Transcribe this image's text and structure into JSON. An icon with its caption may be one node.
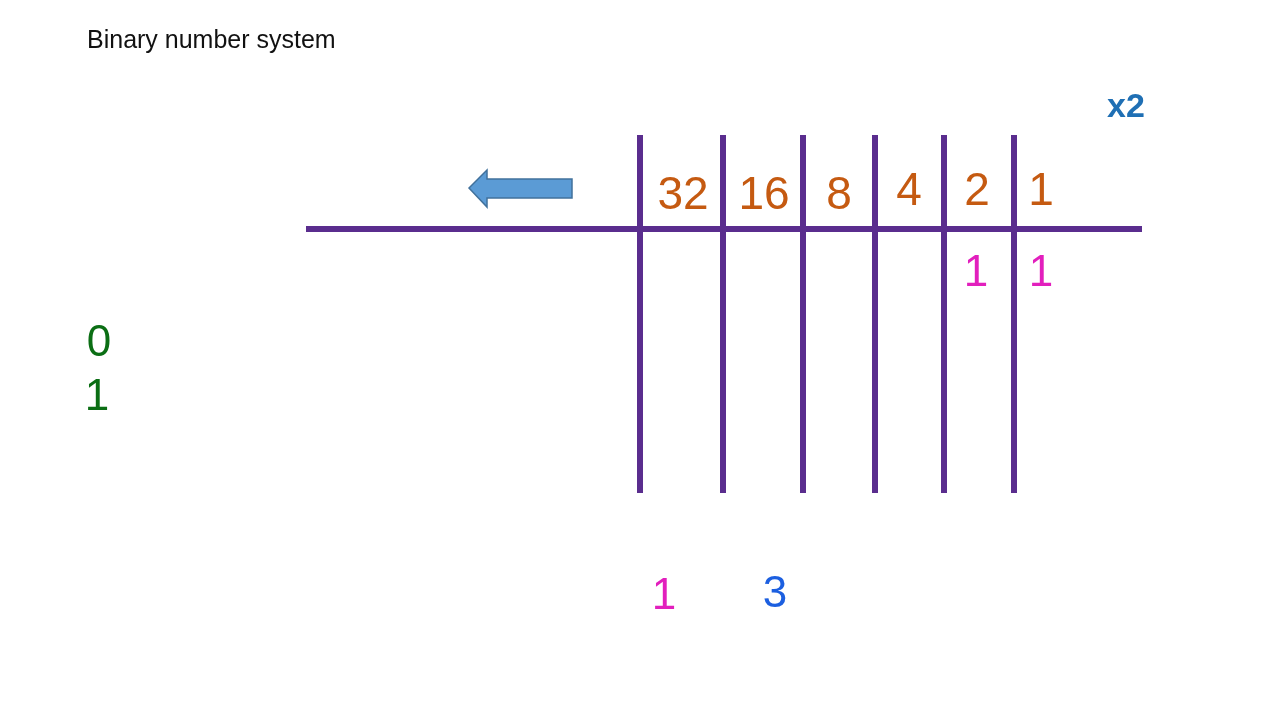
{
  "diagram": {
    "title": "Binary number system",
    "labels": [
      "x2",
      "32",
      "16",
      "8",
      "4",
      "2",
      "1",
      "1",
      "1",
      "0",
      "1",
      "1",
      "3"
    ]
  }
}
